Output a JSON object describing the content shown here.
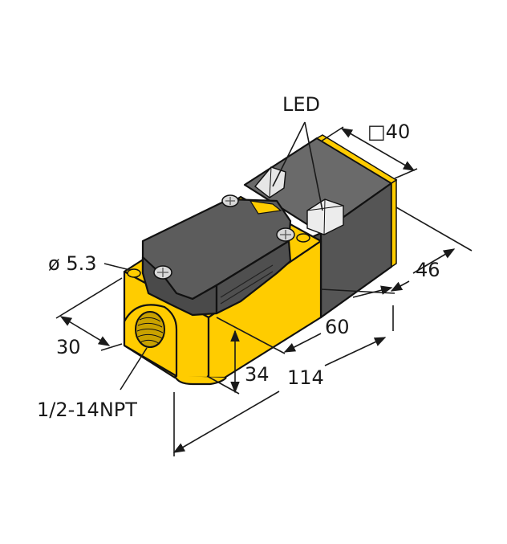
{
  "diagram": {
    "type": "dimension-drawing",
    "subject": "rectangular inductive proximity sensor",
    "colors": {
      "housing_yellow": "#FFCC00",
      "sensor_head_gray": "#575757",
      "cover_gray": "#5a5a5a",
      "led_window": "#e8e8e8",
      "line": "#1a1a1a"
    },
    "labels": {
      "led": "LED",
      "face_size": "□40",
      "hole_diameter": "ø 5.3",
      "width_30": "30",
      "depth_46": "46",
      "length_60": "60",
      "height_34": "34",
      "total_length_114": "114",
      "thread": "1/2-14NPT"
    }
  }
}
